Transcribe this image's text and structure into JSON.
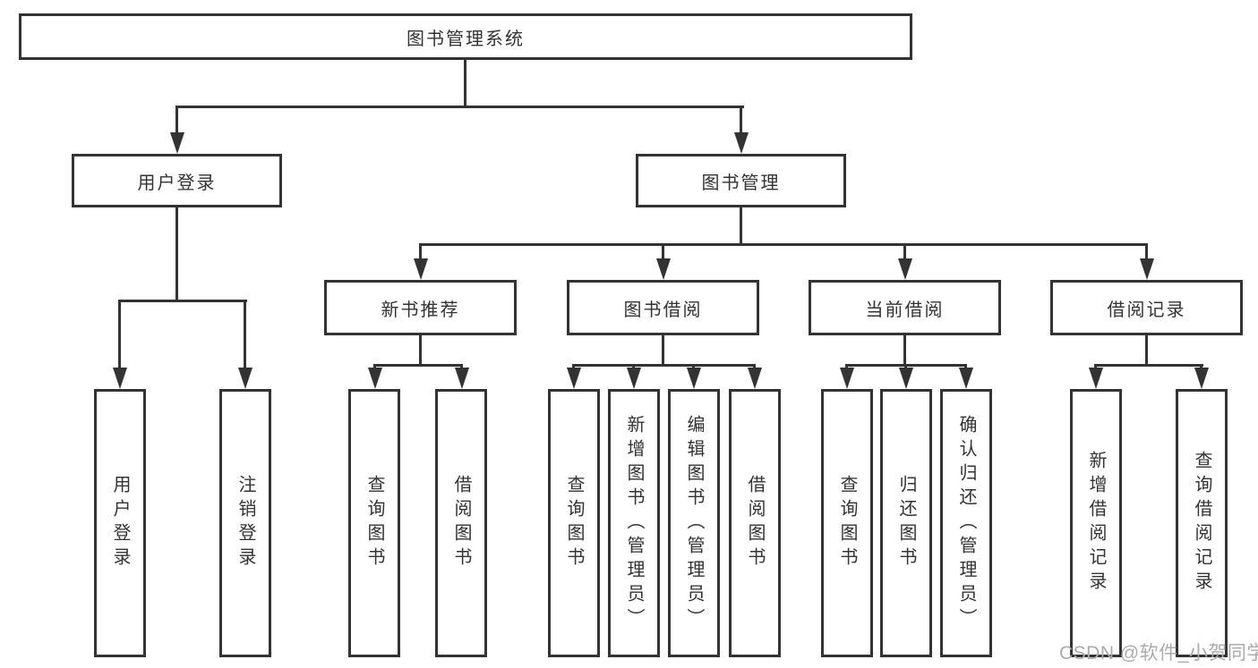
{
  "tree": {
    "label": "图书管理系统",
    "children": [
      {
        "label": "用户登录",
        "children": [
          {
            "label": "用户登录"
          },
          {
            "label": "注销登录"
          }
        ]
      },
      {
        "label": "图书管理",
        "children": [
          {
            "label": "新书推荐",
            "children": [
              {
                "label": "查询图书"
              },
              {
                "label": "借阅图书"
              }
            ]
          },
          {
            "label": "图书借阅",
            "children": [
              {
                "label": "查询图书"
              },
              {
                "label": "新增图书（管理员）"
              },
              {
                "label": "编辑图书（管理员）"
              },
              {
                "label": "借阅图书"
              }
            ]
          },
          {
            "label": "当前借阅",
            "children": [
              {
                "label": "查询图书"
              },
              {
                "label": "归还图书"
              },
              {
                "label": "确认归还（管理员）"
              }
            ]
          },
          {
            "label": "借阅记录",
            "children": [
              {
                "label": "新增借阅记录"
              },
              {
                "label": "查询借阅记录"
              }
            ]
          }
        ]
      }
    ]
  },
  "watermark": {
    "text": "CSDN @软件_小贺同学"
  },
  "colors": {
    "line": "#333333",
    "text": "#333333",
    "watermark": "#ababab",
    "background": "#ffffff"
  }
}
